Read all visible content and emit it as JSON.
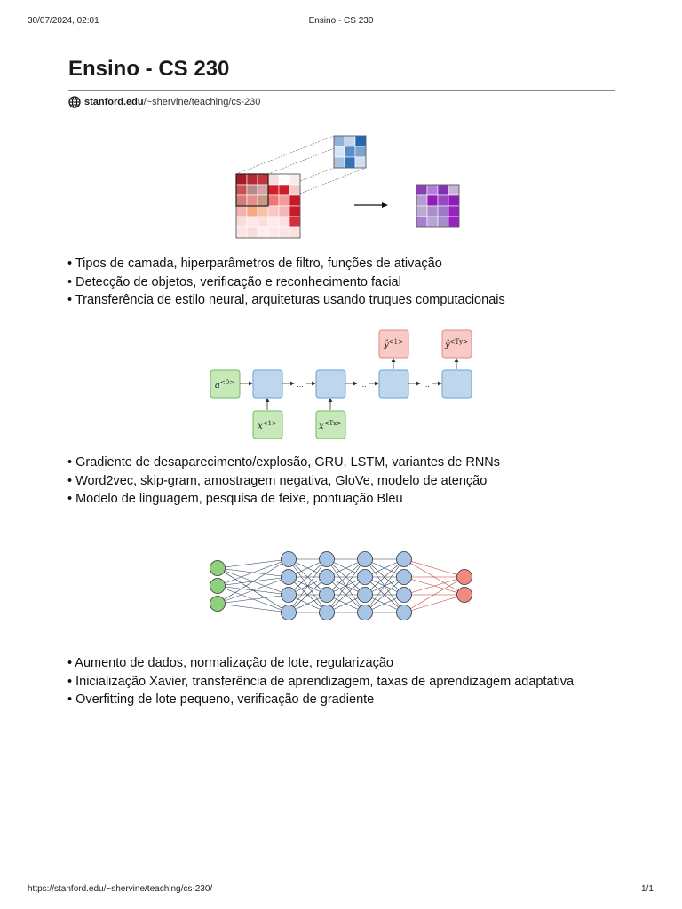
{
  "print_header": {
    "datetime": "30/07/2024, 02:01",
    "tab_title": "Ensino - CS 230"
  },
  "page": {
    "title": "Ensino - CS 230",
    "source": {
      "domain": "stanford.edu",
      "path": "/~shervine/teaching/cs-230"
    }
  },
  "sections": [
    {
      "bullets": [
        "• Tipos de camada, hiperparâmetros de filtro, funções de ativação",
        "• Detecção de objetos, verificação e reconhecimento facial",
        "• Transferência de estilo neural, arquiteturas usando truques computacionais"
      ]
    },
    {
      "bullets": [
        "• Gradiente de desaparecimento/explosão, GRU, LSTM, variantes de RNNs",
        "• Word2vec, skip-gram, amostragem negativa, GloVe, modelo de atenção",
        "• Modelo de linguagem, pesquisa de feixe, pontuação Bleu"
      ]
    },
    {
      "bullets": [
        "• Aumento de dados, normalização de lote, regularização",
        "• Inicialização Xavier, transferência de aprendizagem, taxas de aprendizagem adaptativa",
        "• Overfitting de lote pequeno, verificação de gradiente"
      ]
    }
  ],
  "figures": {
    "conv": {
      "input_grid": [
        [
          "#a61c2e",
          "#b52b35",
          "#c0353e",
          "#f6dede",
          "#ffffff",
          "#fbeaea"
        ],
        [
          "#c8534f",
          "#b98a8a",
          "#d8a0a0",
          "#d51f2a",
          "#cf1c28",
          "#f4c9c9"
        ],
        [
          "#d77b78",
          "#e58f8a",
          "#c79888",
          "#f07575",
          "#f39a9a",
          "#c61a27"
        ],
        [
          "#f2b3b0",
          "#f7a884",
          "#f9c0aa",
          "#f8c6c6",
          "#f4b6b6",
          "#c81b28"
        ],
        [
          "#f9dcdc",
          "#fde6e6",
          "#fcdede",
          "#fdeaea",
          "#fbe1e1",
          "#d4303a"
        ],
        [
          "#fce4e4",
          "#fbdcdc",
          "#fdeeee",
          "#fde8e8",
          "#fce4e4",
          "#fbe0e0"
        ]
      ],
      "filter_grid": [
        [
          "#8fb2d8",
          "#c2d6ec",
          "#2468b0"
        ],
        [
          "#d7e4f3",
          "#5a8dc6",
          "#7ea3d0"
        ],
        [
          "#a8c3e1",
          "#3573b8",
          "#cfdef0"
        ]
      ],
      "output_grid": [
        [
          "#8b3fb5",
          "#b27ed6",
          "#7d33b0",
          "#c7b2dc"
        ],
        [
          "#b39cd2",
          "#8e1fb8",
          "#9a48c2",
          "#8b1cb5"
        ],
        [
          "#bca9d6",
          "#a890cc",
          "#9d79c7",
          "#9624bd"
        ],
        [
          "#a97ed0",
          "#b8a4d4",
          "#a68dcb",
          "#9a22c2"
        ]
      ]
    },
    "rnn": {
      "labels": {
        "a0": "a<0>",
        "x1": "x<1>",
        "xTx": "x<Tx>",
        "y1": "ŷ<1>",
        "yTy": "ŷ<Ty>",
        "dots": "..."
      },
      "colors": {
        "blue_fill": "#bfd7ee",
        "blue_stroke": "#6f9fcf",
        "green_fill": "#c7e8b8",
        "green_stroke": "#6dbb5c",
        "red_fill": "#f9c9c6",
        "red_stroke": "#e08a86"
      }
    },
    "nn": {
      "layer_sizes": [
        3,
        4,
        4,
        4,
        4,
        2
      ],
      "colors": {
        "input": "#8fd07c",
        "hidden": "#a6c5e6",
        "output": "#f08a80",
        "edge": "#2a3a55",
        "edge_out": "#c0392b"
      }
    }
  },
  "print_footer": {
    "url": "https://stanford.edu/~shervine/teaching/cs-230/",
    "page": "1/1"
  }
}
